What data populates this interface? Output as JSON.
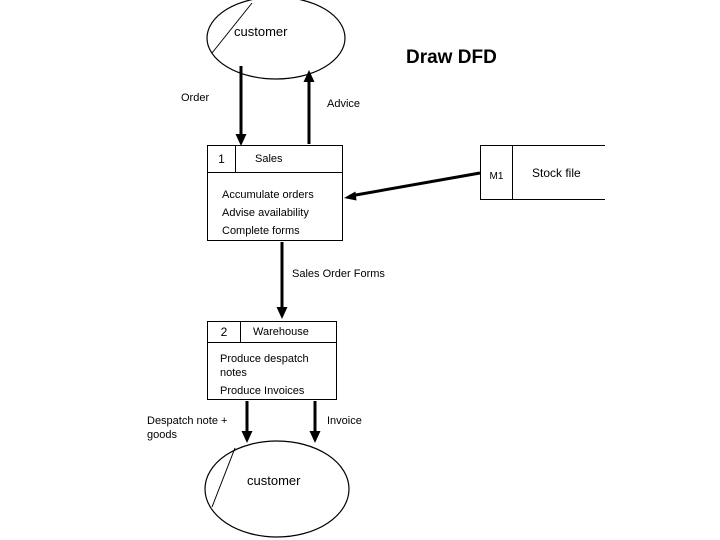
{
  "slide": {
    "title": "Draw DFD",
    "background_color": "#ffffff",
    "ink_color": "#000000"
  },
  "external_entities": {
    "customer_top": {
      "label": "customer"
    },
    "customer_bottom": {
      "label": "customer"
    }
  },
  "processes": {
    "sales": {
      "number": "1",
      "name": "Sales",
      "actions": [
        "Accumulate orders",
        "Advise availability",
        "Complete forms"
      ]
    },
    "warehouse": {
      "number": "2",
      "name": "Warehouse",
      "actions": [
        "Produce despatch notes",
        "Produce Invoices"
      ]
    }
  },
  "data_stores": {
    "stock_file": {
      "id": "M1",
      "name": "Stock file"
    }
  },
  "flows": {
    "order": {
      "label": "Order",
      "from": "customer",
      "to": "Sales"
    },
    "advice": {
      "label": "Advice",
      "from": "Sales",
      "to": "customer"
    },
    "sales_order_forms": {
      "label": "Sales Order Forms",
      "from": "Sales",
      "to": "Warehouse"
    },
    "stock_lookup": {
      "label": "",
      "from": "Stock file",
      "to": "Sales"
    },
    "despatch_note_goods": {
      "label": "Despatch note +\ngoods",
      "from": "Warehouse",
      "to": "customer"
    },
    "invoice": {
      "label": "Invoice",
      "from": "Warehouse",
      "to": "customer"
    }
  }
}
